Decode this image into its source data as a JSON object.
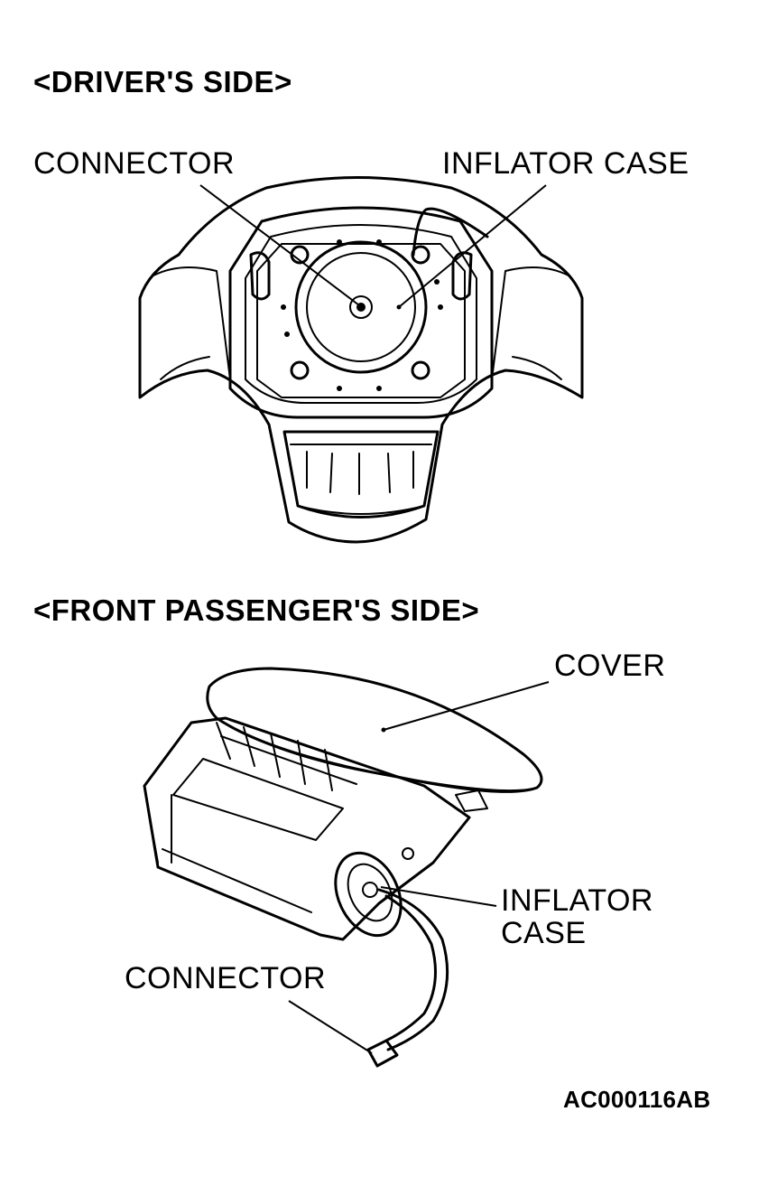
{
  "sections": {
    "driver": {
      "heading": "<DRIVER'S SIDE>",
      "connector_label": "CONNECTOR",
      "inflator_label": "INFLATOR CASE"
    },
    "passenger": {
      "heading": "<FRONT PASSENGER'S SIDE>",
      "cover_label": "COVER",
      "inflator_label_line1": "INFLATOR",
      "inflator_label_line2": "CASE",
      "connector_label": "CONNECTOR"
    }
  },
  "figure_code": "AC000116AB",
  "colors": {
    "ink": "#000000",
    "paper": "#ffffff"
  }
}
